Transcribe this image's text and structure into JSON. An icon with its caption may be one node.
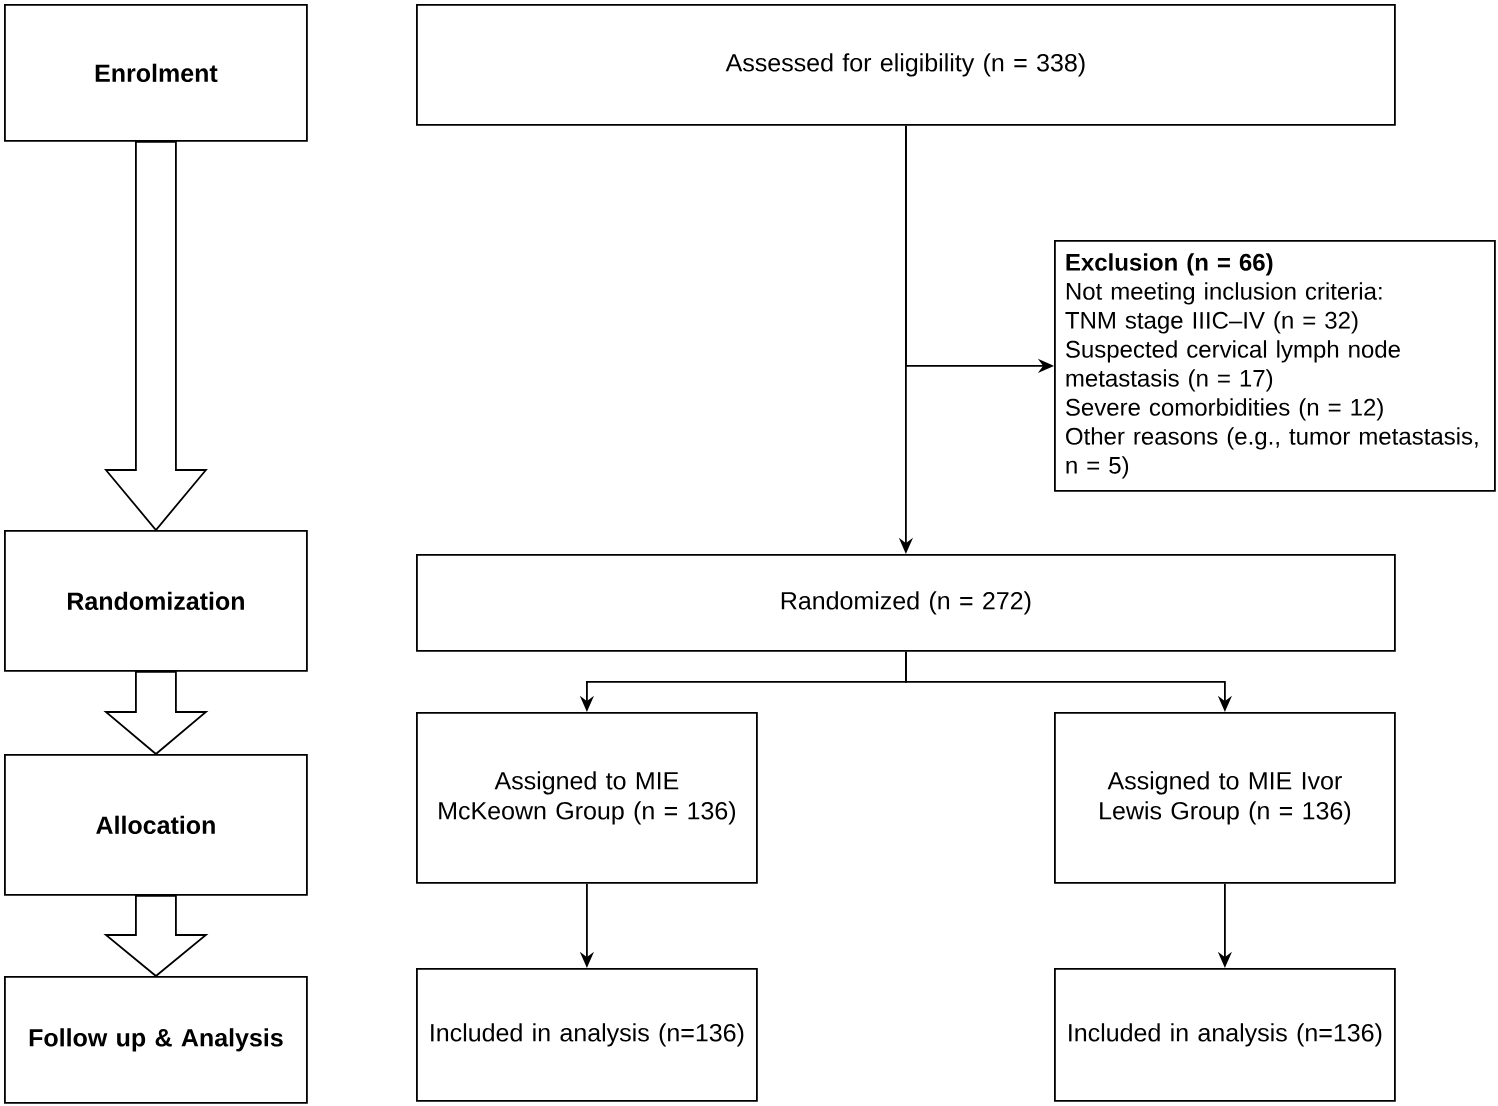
{
  "diagram": {
    "nodes": [
      {
        "text": [
          "Enrolment"
        ]
      },
      {
        "text": [
          "Randomization"
        ]
      },
      {
        "text": [
          "Allocation"
        ]
      },
      {
        "text": [
          "Follow up & Analysis"
        ]
      },
      {
        "text": [
          "Assessed for eligibility (n = 338)"
        ]
      },
      {
        "text": [
          "Exclusion (n = 66)",
          "Not meeting inclusion criteria:",
          "TNM stage IIIC–IV (n = 32)",
          "Suspected cervical lymph node metastasis (n = 17)",
          "Severe comorbidities (n = 12)",
          "Other reasons (e.g., tumor metastasis, n = 5)"
        ]
      },
      {
        "text": [
          "Randomized (n = 272)"
        ]
      },
      {
        "text": [
          "Assigned to MIE McKeown Group (n = 136)"
        ]
      },
      {
        "text": [
          "Assigned to MIE Ivor Lewis Group (n = 136)"
        ]
      },
      {
        "text": [
          "Included in analysis (n=136)"
        ]
      },
      {
        "text": [
          "Included in analysis (n=136)"
        ]
      }
    ],
    "edges": [
      {
        "from": 0,
        "to": 1,
        "arrow": "to",
        "style": "thick"
      },
      {
        "from": 1,
        "to": 2,
        "arrow": "to",
        "style": "thick"
      },
      {
        "from": 2,
        "to": 3,
        "arrow": "to",
        "style": "thick"
      },
      {
        "from": 4,
        "to": 6,
        "arrow": "to"
      },
      {
        "from": 4,
        "to": 5,
        "arrow": "to"
      },
      {
        "from": 6,
        "to": 7,
        "arrow": "to"
      },
      {
        "from": 6,
        "to": 8,
        "arrow": "to"
      },
      {
        "from": 7,
        "to": 9,
        "arrow": "to"
      },
      {
        "from": 8,
        "to": 10,
        "arrow": "to"
      }
    ]
  }
}
